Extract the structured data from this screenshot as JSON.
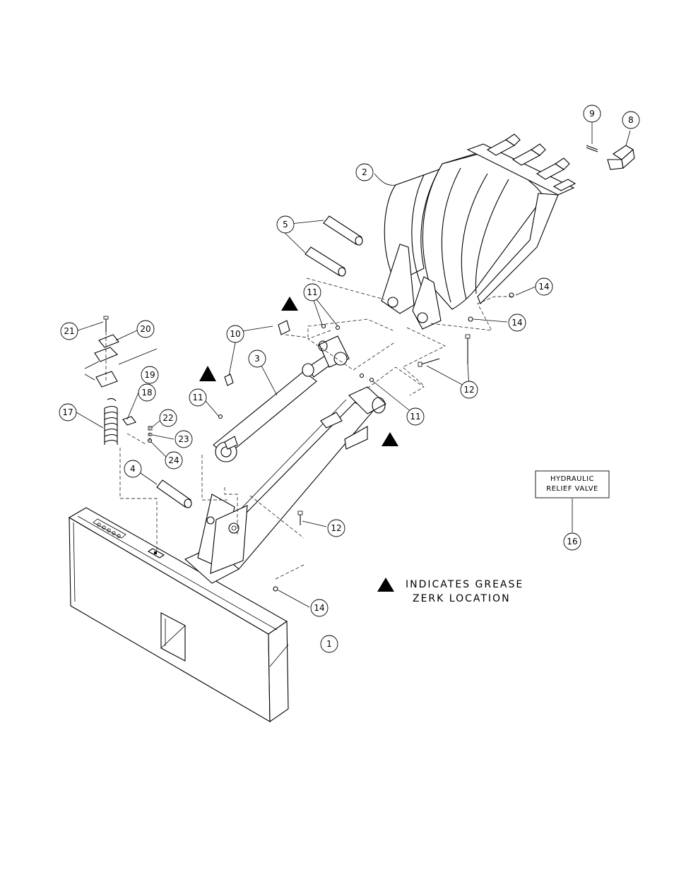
{
  "legend": {
    "line1": "INDICATES GREASE",
    "line2": "ZERK LOCATION"
  },
  "relief_box": {
    "line1": "HYDRAULIC",
    "line2": "RELIEF VALVE"
  },
  "callouts": {
    "c1": "1",
    "c2": "2",
    "c3": "3",
    "c4": "4",
    "c5": "5",
    "c8": "8",
    "c9": "9",
    "c10": "10",
    "c11a": "11",
    "c11b": "11",
    "c11c": "11",
    "c12a": "12",
    "c12b": "12",
    "c14a": "14",
    "c14b": "14",
    "c14c": "14",
    "c16": "16",
    "c17": "17",
    "c18": "18",
    "c19": "19",
    "c20": "20",
    "c21": "21",
    "c22": "22",
    "c23": "23",
    "c24": "24"
  }
}
